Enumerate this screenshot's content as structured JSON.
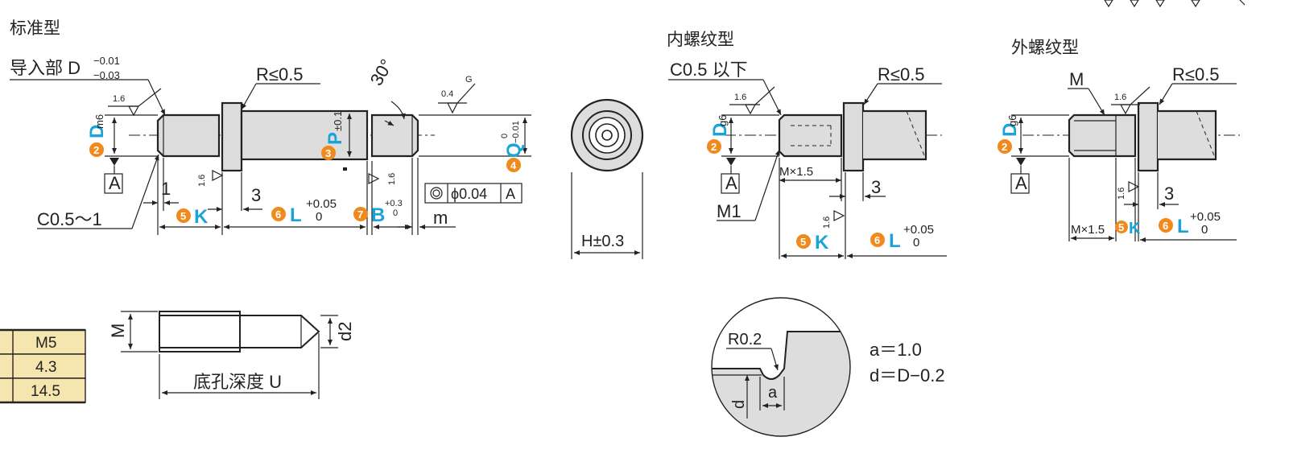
{
  "titles": {
    "standard": "标准型",
    "internal": "内螺纹型",
    "external": "外螺纹型"
  },
  "standard": {
    "guide": "导入部 D",
    "guide_tol_upper": "−0.01",
    "guide_tol_lower": "−0.03",
    "radius": "R≤0.5",
    "angle": "30°",
    "chamfer": "C0.5〜1",
    "datum": "A",
    "dim_1": "1",
    "dim_3": "3",
    "dim_m": "m",
    "fit_D": "m6",
    "P_tol": "±0.1",
    "Q_tol_upper": "0",
    "Q_tol_lower": "−0.01",
    "rough_a": "1.6",
    "rough_b": "1.6",
    "rough_c": "1.6",
    "rough_d": "0.4",
    "rough_g": "G",
    "concentricity": "ϕ0.04",
    "conc_datum": "A",
    "L_tol_upper": "+0.05",
    "L_tol_lower": "0",
    "B_tol_upper": "+0.3",
    "B_tol_lower": "0"
  },
  "front": {
    "H": "H±0.3"
  },
  "internal": {
    "chamfer": "C0.5 以下",
    "radius": "R≤0.5",
    "datum": "A",
    "thread": "M×1.5",
    "M1": "M1",
    "dim_3": "3",
    "fit_D": "g6",
    "rough_a": "1.6",
    "rough_b": "1.6",
    "L_tol_upper": "+0.05",
    "L_tol_lower": "0"
  },
  "external": {
    "M": "M",
    "radius": "R≤0.5",
    "datum": "A",
    "thread": "M×1.5",
    "dim_3": "3",
    "fit_D": "g6",
    "rough_a": "1.6",
    "rough_b": "1.6",
    "L_tol_upper": "+0.05",
    "L_tol_lower": "0"
  },
  "hole": {
    "M": "M",
    "d2": "d2",
    "depth": "底孔深度 U"
  },
  "table": {
    "rows": [
      "M5",
      "4.3",
      "14.5"
    ]
  },
  "detail": {
    "radius": "R0.2",
    "a_eq": "a＝1.0",
    "d_eq": "d＝D−0.2",
    "a": "a",
    "d": "d"
  },
  "symbols": {
    "D": "D",
    "K": "K",
    "L": "L",
    "P": "P",
    "Q": "Q",
    "B": "B",
    "n2": "2",
    "n3": "3",
    "n4": "4",
    "n5": "5",
    "n6": "6",
    "n7": "7"
  },
  "colors": {
    "accent_orange": "#f08a1c",
    "accent_blue": "#1aa3d9",
    "table_fill": "#f5e6b0"
  }
}
